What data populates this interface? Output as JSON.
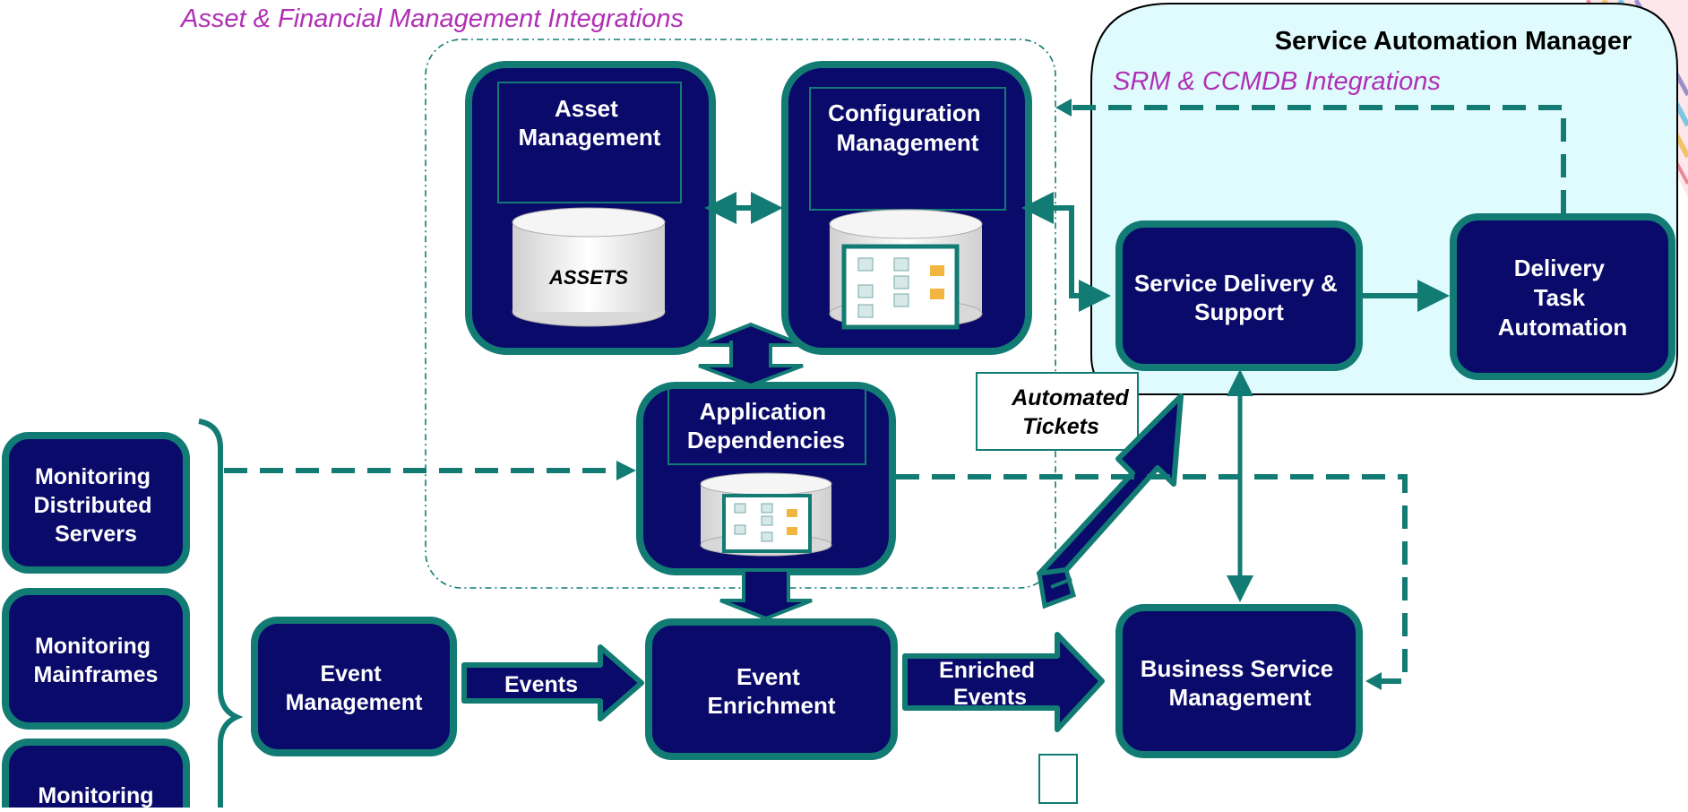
{
  "titles": {
    "asset_financial": "Asset & Financial Management Integrations",
    "sam": "Service Automation Manager",
    "srm_ccmdb": "SRM & CCMDB Integrations"
  },
  "boxes": {
    "asset_mgmt": [
      "Asset",
      "Management"
    ],
    "assets_db": "ASSETS",
    "config_mgmt": [
      "Configuration",
      "Management"
    ],
    "app_deps": [
      "Application",
      "Dependencies"
    ],
    "service_delivery": [
      "Service Delivery &",
      "Support"
    ],
    "delivery_task": [
      "Delivery",
      "Task",
      "Automation"
    ],
    "automated_tickets": [
      "Automated",
      "Tickets"
    ],
    "mon_distributed": [
      "Monitoring",
      "Distributed",
      "Servers"
    ],
    "mon_mainframes": [
      "Monitoring",
      "Mainframes"
    ],
    "mon_third": [
      "Monitoring"
    ],
    "event_mgmt": [
      "Event",
      "Management"
    ],
    "event_enrich": [
      "Event",
      "Enrichment"
    ],
    "bsm": [
      "Business Service",
      "Management"
    ]
  },
  "arrows": {
    "events": "Events",
    "enriched": [
      "Enriched",
      "Events"
    ]
  },
  "colors": {
    "navy": "#0a0a6b",
    "teal": "#127b73",
    "magenta": "#b02fb5",
    "sam_bg": "#e0fbfd"
  }
}
